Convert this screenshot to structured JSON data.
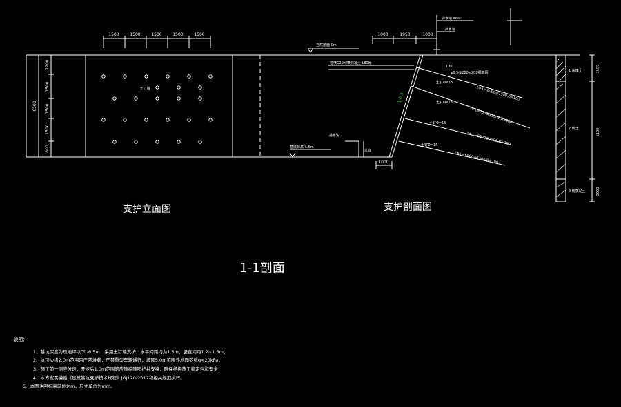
{
  "elevation": {
    "dims_top": [
      "1500",
      "1500",
      "1500",
      "1500",
      "1500"
    ],
    "dims_left": [
      "1200",
      "1500",
      "1500",
      "1500",
      "800"
    ],
    "dim_total": "6500",
    "nail_label": "土钉墙",
    "caption": "支护立面图"
  },
  "section": {
    "dims_top": [
      "1000",
      "1950",
      "1000"
    ],
    "top_label": "挡水墙3000",
    "top_small_label": "挡水墙",
    "ground_label": "自然地面 0m",
    "lead_note": "锚喷C20网喷混凝土 L80厚",
    "lead_note2": "φ6.5@200×200钢筋网",
    "edge_label": "100",
    "bottom_label": "基底标高-6.5m",
    "ditch_label": "排水沟",
    "ditch_side": "坑底",
    "slope_label": "1:0.3",
    "bottom_dim": "1000",
    "nails": [
      {
        "tag": "土钉Φ=15",
        "spec": "1Φ L=6000@1500,D=100"
      },
      {
        "tag": "土钉Φ=15",
        "spec": "1Φ L=7500@1500,D=100"
      },
      {
        "tag": "土钉Φ=15",
        "spec": "1Φ L=6000@1500,D=100"
      },
      {
        "tag": "土钉Φ=15",
        "spec": "1Φ L=6000@1500,D=100"
      }
    ],
    "caption": "支护剖面图"
  },
  "soil": {
    "layers": [
      "1 杂填土",
      "2 粉土",
      "3 粉质黏土"
    ],
    "dims": [
      "1500",
      "5100",
      "2000"
    ]
  },
  "title": "1-1剖面",
  "notes": {
    "heading": "说明：",
    "items": [
      "1、基坑深度为现地坪以下 -6.5m，采用土钉墙支护，水平间距均为1.5m，竖直间距1.2~1.5m；",
      "2、坑顶边缘2.0m范围内严禁堆载，严禁重型车辆通行，坡顶5.0m范围外地面荷载q<20kPa；",
      "3、施工前一侧应分段，开挖后1.0m范围的应随挖随喷护并支撑，确保结构施工稳定性和安全；",
      "4、本方案需遵循《建筑基坑支护技术规程》JGJ120-2012和相关规范执行。",
      "5、本图注明标高单位为m，尺寸单位为mm。"
    ]
  }
}
